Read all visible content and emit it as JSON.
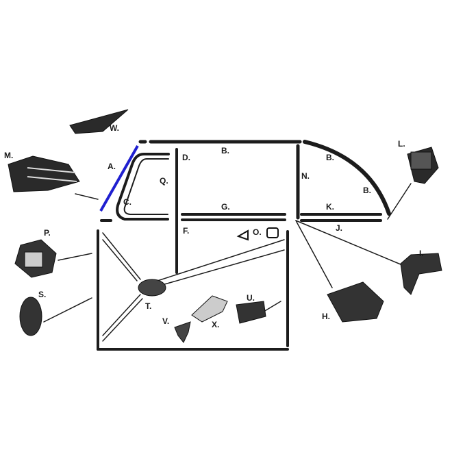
{
  "title": "Door weatherstrip and trim parts diagram",
  "colors": {
    "highlight": "#1f1fd0",
    "ink": "#1c1c1c",
    "part_fill": "#2a2a2a"
  },
  "labels": {
    "W": "W.",
    "M": "M.",
    "A": "A.",
    "B_top": "B.",
    "D": "D.",
    "Q": "Q.",
    "C": "C.",
    "B_arc_upper": "B.",
    "N": "N.",
    "B_arc_lower": "B.",
    "L": "L.",
    "G": "G.",
    "K": "K.",
    "J": "J.",
    "F": "F.",
    "O": "O.",
    "P": "P.",
    "I": "I.",
    "S": "S.",
    "T": "T.",
    "U": "U.",
    "V": "V.",
    "X": "X.",
    "H": "H."
  },
  "highlighted_part": "A."
}
